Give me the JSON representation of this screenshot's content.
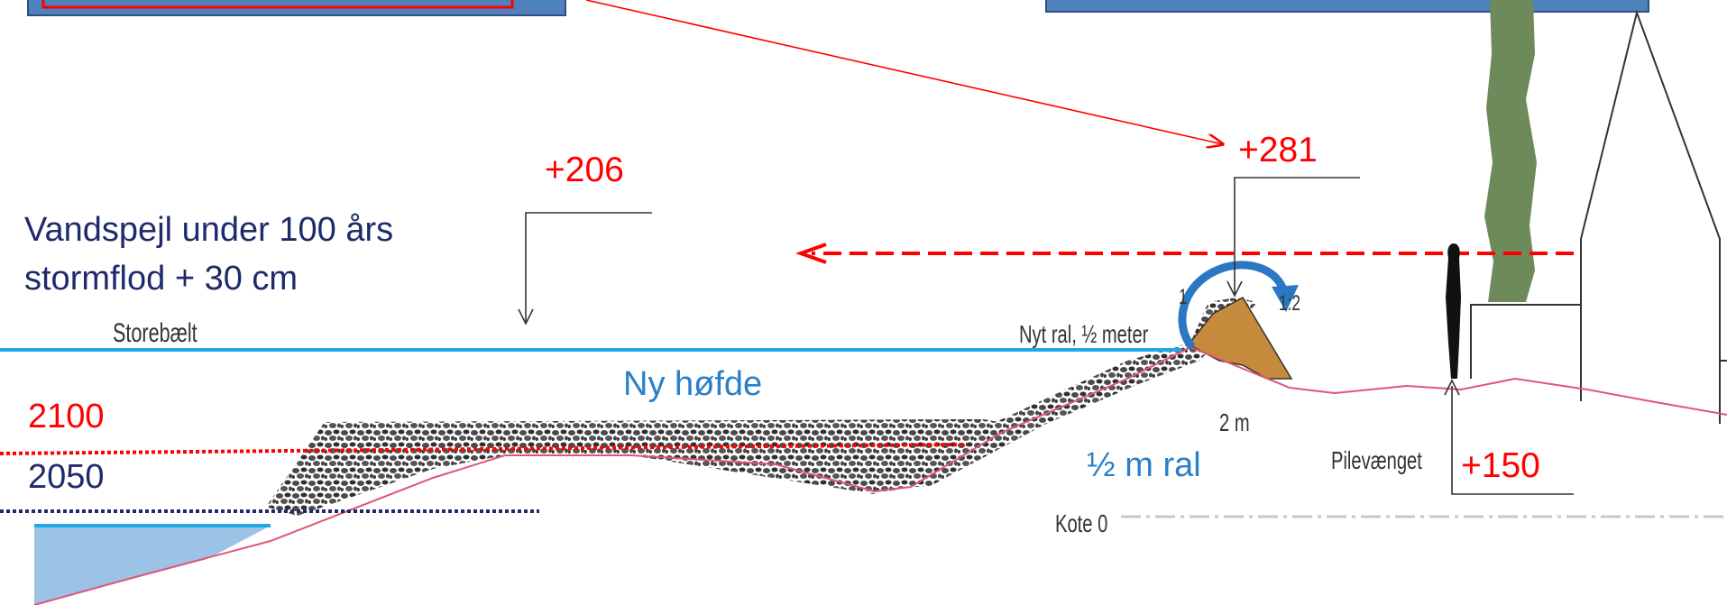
{
  "levels": {
    "storm_water": "+206",
    "dike_crest": "+281",
    "ground_level": "+150"
  },
  "storm_note": {
    "line1": "Vandspejl under 100 års",
    "line2": "stormflod + 30 cm"
  },
  "scenarios": {
    "year_2100": "2100",
    "year_2050": "2050"
  },
  "labels": {
    "new_groyne": "Ny høfde",
    "half_meter_gravel": "½ m ral"
  },
  "sketch_labels": {
    "storebaelt": "Storebælt",
    "new_gravel": "Nyt ral, ½ meter",
    "two_m": "2 m",
    "pilevaenget": "Pilevænget",
    "kote0": "Kote 0",
    "slope_left": "1",
    "slope_right": "1:2"
  },
  "colors": {
    "red": "#ff0000",
    "navy": "#1f2a6b",
    "blue_label": "#2a7fc9",
    "water_line": "#1ea8e6",
    "box_fill": "#4f81bd",
    "box_border": "#2f4f7f",
    "dike_fill": "#c68a3c",
    "tree_green": "#6e8a5a"
  }
}
